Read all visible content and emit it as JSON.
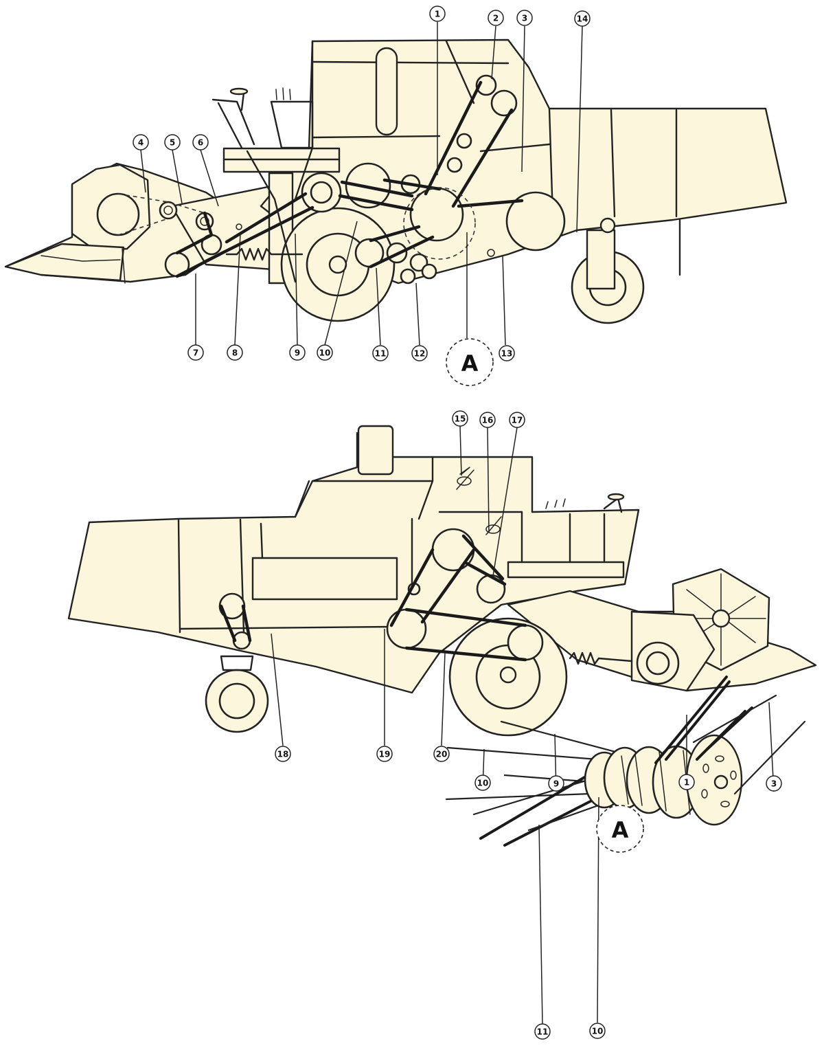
{
  "callouts": [
    {
      "id": "c1",
      "label": "1"
    },
    {
      "id": "c2",
      "label": "2"
    },
    {
      "id": "c3",
      "label": "3"
    },
    {
      "id": "c4",
      "label": "4"
    },
    {
      "id": "c5",
      "label": "5"
    },
    {
      "id": "c6",
      "label": "6"
    },
    {
      "id": "c7",
      "label": "7"
    },
    {
      "id": "c8",
      "label": "8"
    },
    {
      "id": "c9",
      "label": "9"
    },
    {
      "id": "c10",
      "label": "10"
    },
    {
      "id": "c11",
      "label": "11"
    },
    {
      "id": "c12",
      "label": "12"
    },
    {
      "id": "c13",
      "label": "13"
    },
    {
      "id": "c14",
      "label": "14"
    },
    {
      "id": "c15",
      "label": "15"
    },
    {
      "id": "c16",
      "label": "16"
    },
    {
      "id": "c17",
      "label": "17"
    },
    {
      "id": "c18",
      "label": "18"
    },
    {
      "id": "c19",
      "label": "19"
    },
    {
      "id": "c20",
      "label": "20"
    },
    {
      "id": "d10a",
      "label": "10"
    },
    {
      "id": "d9",
      "label": "9"
    },
    {
      "id": "d1",
      "label": "1"
    },
    {
      "id": "d3",
      "label": "3"
    },
    {
      "id": "d11",
      "label": "11"
    },
    {
      "id": "d10b",
      "label": "10"
    }
  ],
  "detail_markers": [
    {
      "id": "markerA1",
      "label": "A"
    },
    {
      "id": "markerA2",
      "label": "A"
    }
  ],
  "colors": {
    "body_fill": "#fbf6dc",
    "line": "#222222"
  }
}
